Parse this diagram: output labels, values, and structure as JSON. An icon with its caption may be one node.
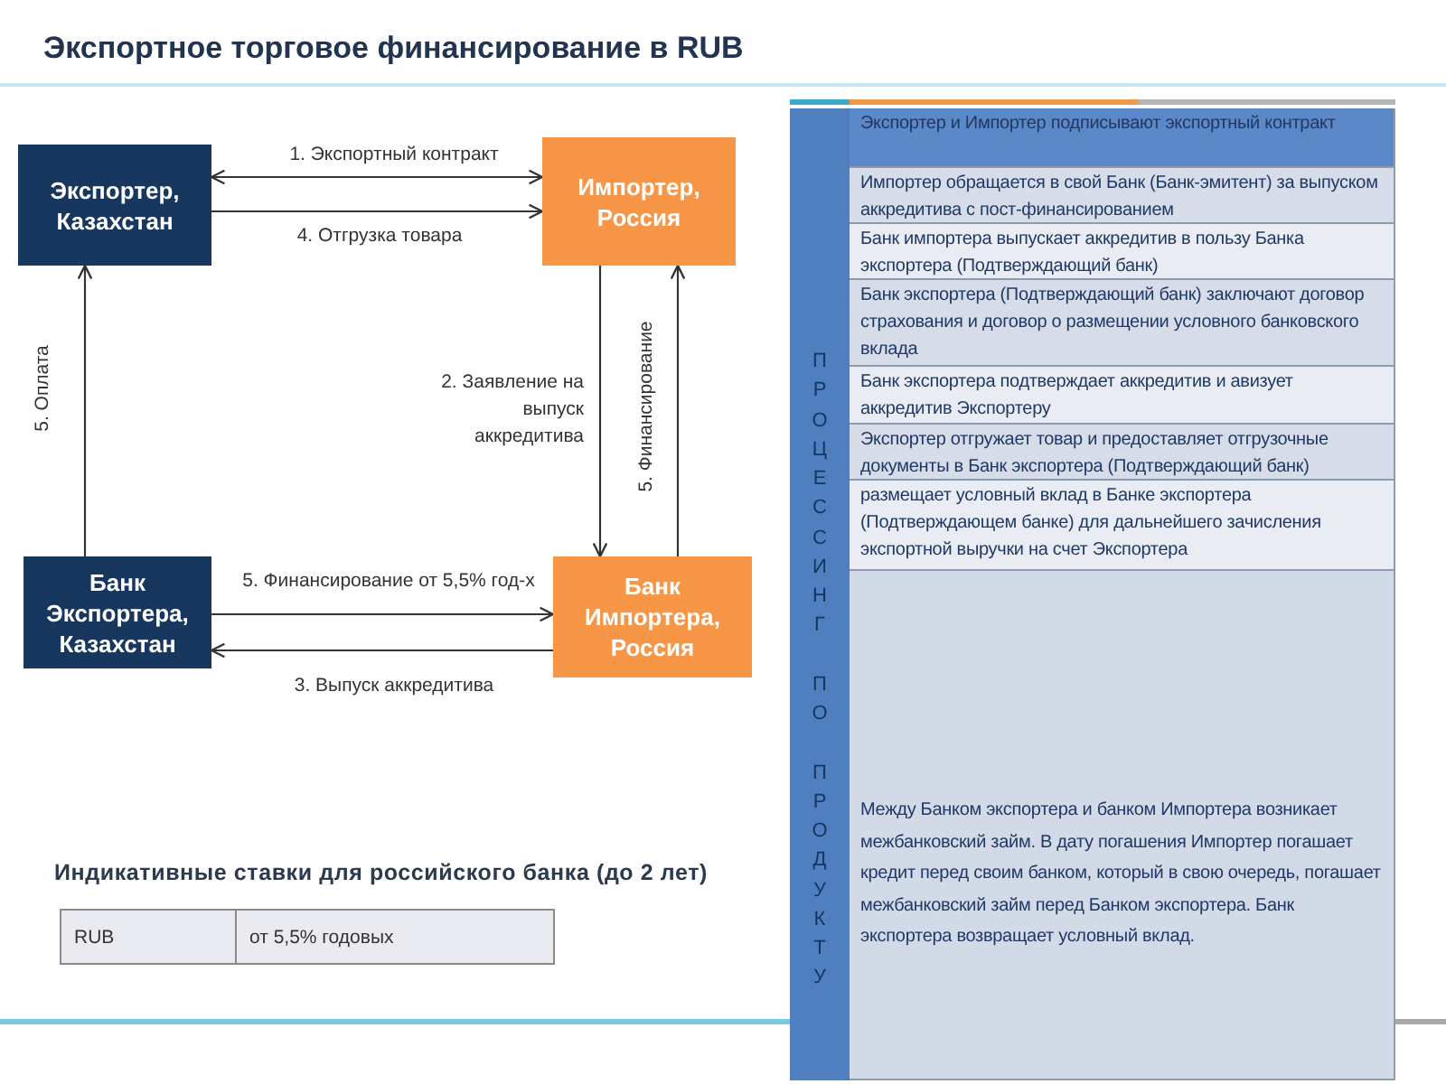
{
  "diagram": {
    "title": "Экспортное торговое финансирование в RUB",
    "nodes": [
      {
        "text": [
          "Экспортер, Казахстан"
        ]
      },
      {
        "text": [
          "Импортер, Россия"
        ]
      },
      {
        "text": [
          "Банк Экспортера, Казахстан"
        ]
      },
      {
        "text": [
          "Банк Импортера, Россия"
        ]
      },
      {
        "text": [
          "ПРОЦЕССИНГ ПО ПРОДУКТУ"
        ]
      },
      {
        "text": [
          "Экспортер и Импортер подписывают экспортный контракт"
        ]
      },
      {
        "text": [
          "Импортер обращается в свой Банк (Банк-эмитент) за выпуском аккредитива с пост-финансированием"
        ]
      },
      {
        "text": [
          "Банк импортера выпускает аккредитив в пользу Банка экспортера (Подтверждающий банк)"
        ]
      },
      {
        "text": [
          "Банк экспортера (Подтверждающий банк) заключают договор страхования и договор о размещении условного банковского вклада"
        ]
      },
      {
        "text": [
          "Банк экспортера подтверждает аккредитив и авизует аккредитив Экспортеру"
        ]
      },
      {
        "text": [
          "Экспортер отгружает товар и предоставляет отгрузочные документы в Банк экспортера (Подтверждающий банк)"
        ]
      },
      {
        "text": [
          "размещает условный вклад в Банке экспортера (Подтверждающем банке) для дальнейшего зачисления экспортной выручки на счет Экспортера"
        ]
      },
      {
        "text": [
          "Между Банком экспортера и банком Импортера возникает межбанковский займ. В дату погашения Импортер погашает кредит перед своим банком, который в свою очередь, погашает межбанковский займ перед Банком экспортера. Банк экспортера возвращает условный вклад."
        ]
      }
    ],
    "edges": [
      {
        "from": 0,
        "to": 1,
        "arrow": "both",
        "label": "1. Экспортный контракт"
      },
      {
        "from": 0,
        "to": 1,
        "arrow": "to",
        "label": "4. Отгрузка товара"
      },
      {
        "from": 1,
        "to": 3,
        "arrow": "to",
        "label": "2. Заявление на выпуск аккредитива"
      },
      {
        "from": 3,
        "to": 1,
        "arrow": "to",
        "label": "5. Финансирование"
      },
      {
        "from": 2,
        "to": 0,
        "arrow": "to",
        "label": "5. Оплата"
      },
      {
        "from": 2,
        "to": 3,
        "arrow": "to",
        "label": "5. Финансирование от 5,5% год-х"
      },
      {
        "from": 3,
        "to": 2,
        "arrow": "to",
        "label": "3. Выпуск аккредитива"
      }
    ],
    "labels": [
      "Индикативные ставки для российского банка (до 2 лет)",
      "RUB",
      "от 5,5% годовых"
    ]
  }
}
